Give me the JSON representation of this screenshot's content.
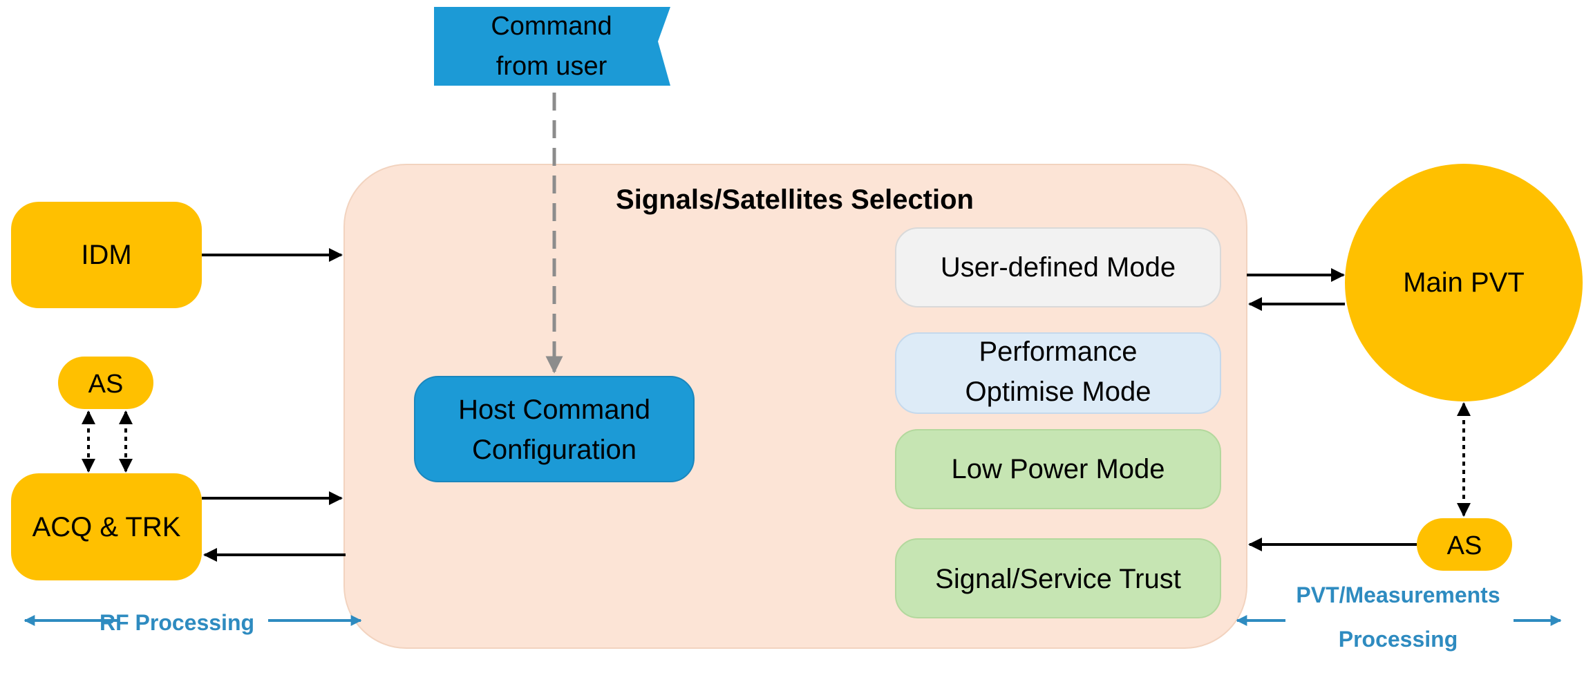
{
  "command_flag": {
    "line1": "Command",
    "line2": "from user"
  },
  "selection_panel": {
    "title": "Signals/Satellites Selection"
  },
  "idm_box": {
    "label": "IDM"
  },
  "as_left": {
    "label": "AS"
  },
  "acq_trk_box": {
    "label": "ACQ & TRK"
  },
  "host_command": {
    "line1": "Host Command",
    "line2": "Configuration"
  },
  "modes": {
    "user_defined": "User-defined Mode",
    "performance_line1": "Performance",
    "performance_line2": "Optimise Mode",
    "low_power": "Low Power Mode",
    "signal_trust": "Signal/Service Trust"
  },
  "main_pvt": {
    "label": "Main PVT"
  },
  "as_right": {
    "label": "AS"
  },
  "rf_processing": {
    "label": "RF Processing"
  },
  "pvt_processing": {
    "line1": "PVT/Measurements",
    "line2": "Processing"
  },
  "colors": {
    "orange": "#FFC000",
    "blue": "#1C9AD6",
    "panel": "#FCE4D6",
    "grey_mode": "#F2F2F2",
    "light_blue_mode": "#DDEBF7",
    "green_mode": "#C6E5B3",
    "caption_blue": "#2E8BC0",
    "dashed_grey": "#8C8C8C"
  }
}
